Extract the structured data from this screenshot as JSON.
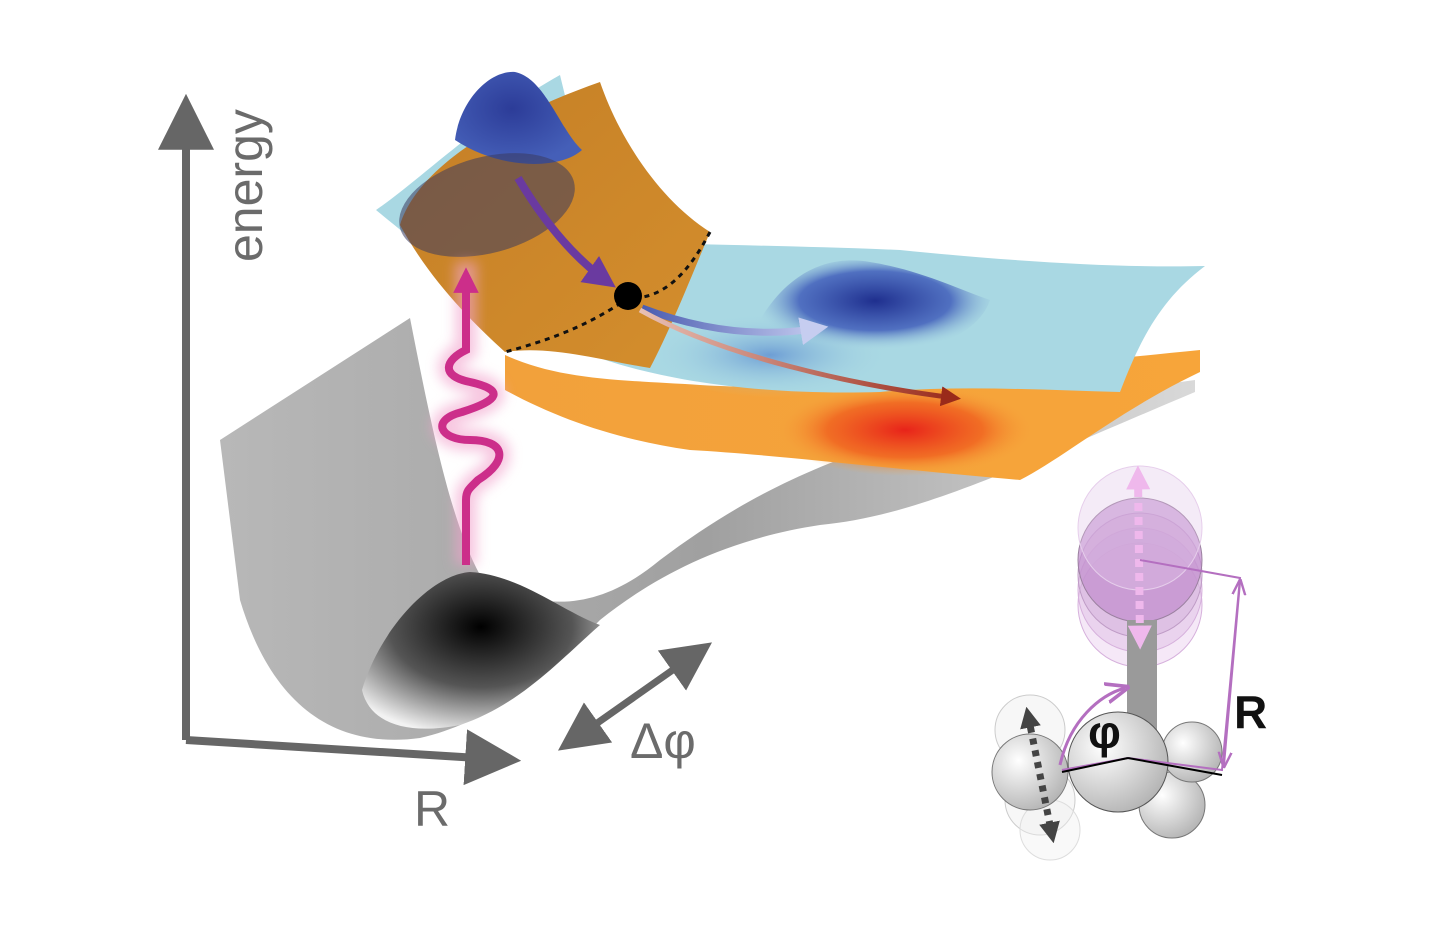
{
  "axes": {
    "y_label": "energy",
    "x_label": "R",
    "phi_label": "Δφ"
  },
  "molecule": {
    "angle_label": "φ",
    "bond_label": "R"
  },
  "colors": {
    "axis": "#666666",
    "upper_surface": "#a9d8e3",
    "orange_surface": "#cf8a2a",
    "lower_orange_surface": "#f4a23a",
    "ground_surface": "#bdbdbd",
    "wavepacket": "#2e3f9a",
    "excitation_pulse": "#cc2e8a",
    "product": "#e83a1e",
    "intersection_point": "#000000",
    "molecule_lobe": "#b679c4"
  }
}
